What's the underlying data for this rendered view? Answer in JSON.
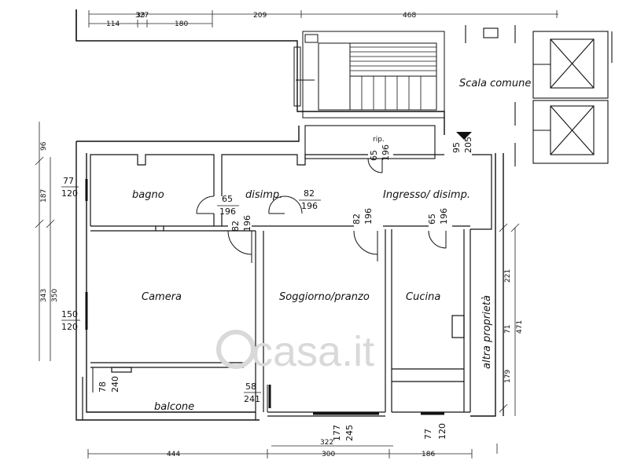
{
  "rooms": {
    "bagno": "bagno",
    "disimp_left": "disimp.",
    "ingresso": "Ingresso/ disimp.",
    "rip": "rip.",
    "camera": "Camera",
    "soggiorno": "Soggiorno/pranzo",
    "cucina": "Cucina",
    "balcone": "balcone",
    "scala": "Scala comune",
    "altra": "altra proprietà"
  },
  "openings": {
    "bagno_window": {
      "w": "77",
      "h": "120"
    },
    "camera_window": {
      "w": "150",
      "h": "120"
    },
    "bagno_door": {
      "w": "65",
      "h": "196"
    },
    "disimp_door": {
      "w": "82",
      "h": "196"
    },
    "camera_door": {
      "w": "82",
      "h": "196"
    },
    "soggiorno_door": {
      "w": "82",
      "h": "196"
    },
    "rip_door": {
      "w": "65",
      "h": "196"
    },
    "cucina_door": {
      "w": "65",
      "h": "196"
    },
    "entry_door": {
      "w": "95",
      "h": "205"
    },
    "camera_balcony_door": {
      "w": "78",
      "h": "240"
    },
    "soggiorno_balcony_door": {
      "w": "58",
      "h": "241"
    },
    "soggiorno_window": {
      "w": "177",
      "h": "245"
    },
    "cucina_window": {
      "w": "77",
      "h": "120"
    }
  },
  "dimensions": {
    "top_row1": [
      "327",
      "209",
      "468"
    ],
    "top_row2": [
      "114",
      "33",
      "180"
    ],
    "left": [
      "96",
      "187",
      "343",
      "350"
    ],
    "right": [
      "221",
      "471",
      "71",
      "179"
    ],
    "bottom_row1": [
      "322"
    ],
    "bottom_row2": [
      "444",
      "300",
      "186"
    ]
  },
  "watermark": "casa.it"
}
